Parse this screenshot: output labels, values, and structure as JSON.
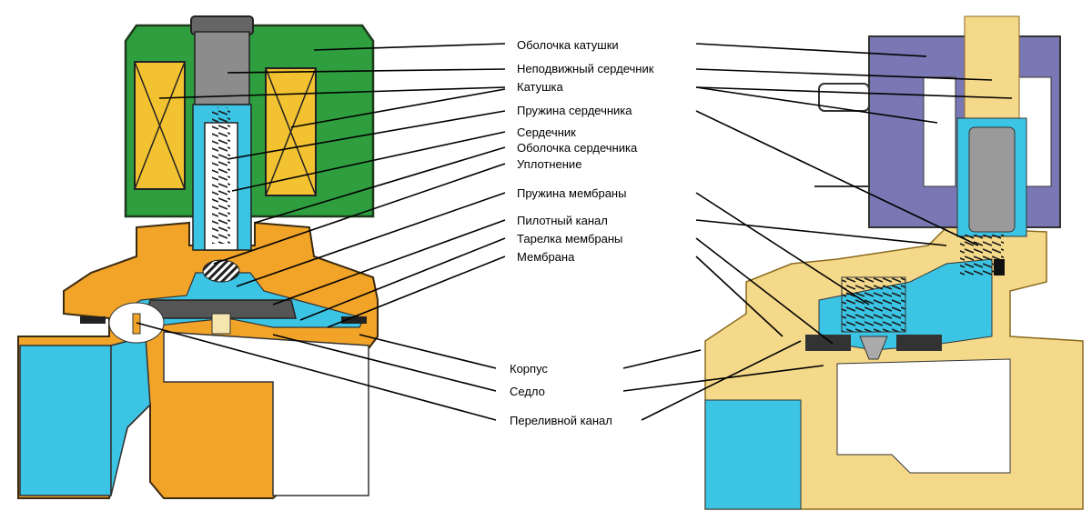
{
  "labels": {
    "coil_housing": "Оболочка катушки",
    "fixed_core": "Неподвижный сердечник",
    "coil": "Катушка",
    "core_spring": "Пружина сердечника",
    "core": "Сердечник",
    "core_tube": "Оболочка сердечника",
    "seal": "Уплотнение",
    "diaphragm_spring": "Пружина мембраны",
    "pilot_channel": "Пилотный канал",
    "diaphragm_plate": "Тарелка мембраны",
    "diaphragm": "Мембрана",
    "body": "Корпус",
    "seat": "Седло",
    "bleed_channel": "Переливной канал"
  },
  "colors": {
    "coil_green": "#2e9e3f",
    "coil_yellow": "#f2c230",
    "brass_orange": "#f2a428",
    "fluid_cyan": "#3cc4e4",
    "core_gray": "#8c8c8c",
    "housing_purple": "#7a78b4",
    "body_tan": "#f5d98a"
  }
}
